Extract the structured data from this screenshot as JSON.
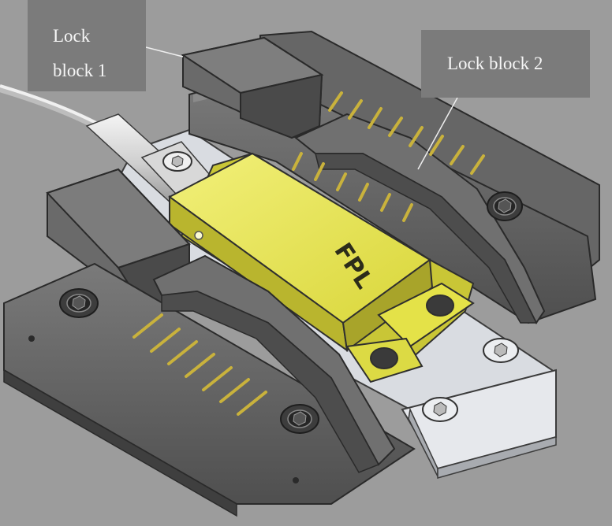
{
  "labels": {
    "lock_block_1_line1": "Lock",
    "lock_block_1_line2": "block 1",
    "lock_block_2": "Lock block 2"
  },
  "device": {
    "marking": "FPL"
  },
  "colors": {
    "background": "#9c9c9c",
    "label_box": "#7b7b7b",
    "label_text": "#f6f6f6",
    "lock_block": "#5f5f5f",
    "gold_package": "#e7e64f",
    "pin": "#c7b23b",
    "metal_plate": "#e3e6ea"
  }
}
